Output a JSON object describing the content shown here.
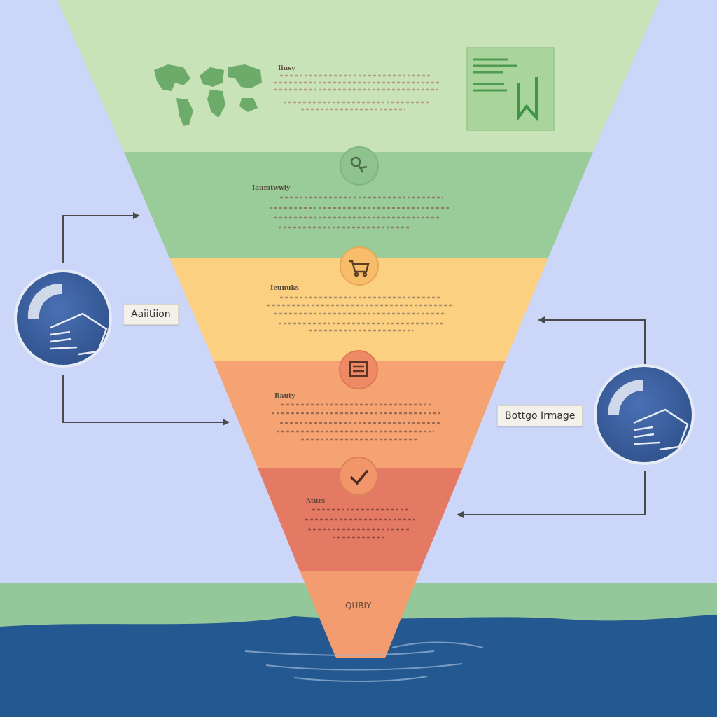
{
  "funnel": {
    "layers": [
      {
        "id": "layer-1",
        "label": "Iiusy",
        "color": "#c8e3b7"
      },
      {
        "id": "layer-2",
        "label": "Iaumtwwiy",
        "color": "#99cc99"
      },
      {
        "id": "layer-3",
        "label": "Ieunuks",
        "color": "#fbd080"
      },
      {
        "id": "layer-4",
        "label": "Rauty",
        "color": "#f6a374"
      },
      {
        "id": "layer-5",
        "label": "Aturs",
        "color": "#e57a64"
      }
    ],
    "bottom_label": "QUBIY",
    "tip_color": "#f39c6f"
  },
  "side_labels": {
    "left": "Aaiitiion",
    "right": "Bottgo Irmage"
  },
  "colors": {
    "background": "#ccd6f8",
    "ground": "#94c79a",
    "water": "#235990",
    "hand_circle": "#3f63a3",
    "arrow": "#4a4a4a"
  },
  "icons": [
    "world-map-icon",
    "document-icon",
    "search-icon",
    "cart-icon",
    "calculator-icon",
    "checkmark-icon",
    "hand-icon"
  ]
}
